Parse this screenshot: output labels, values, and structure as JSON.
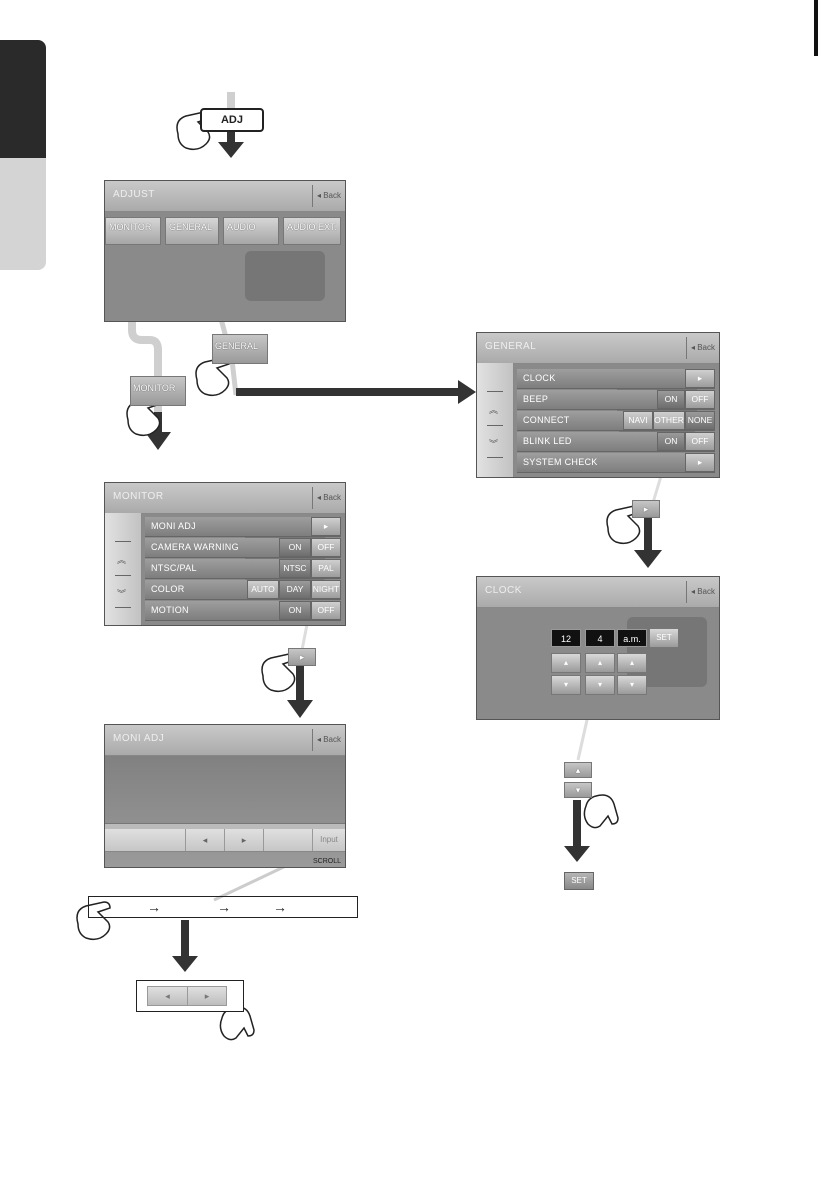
{
  "adj_button": "ADJ",
  "adjust_screen": {
    "title": "ADJUST",
    "back": "Back",
    "tiles": [
      "MONITOR",
      "GENERAL",
      "AUDIO",
      "AUDIO EXT."
    ]
  },
  "callouts": {
    "general": "GENERAL",
    "monitor": "MONITOR",
    "arrow_right": "▸",
    "up": "▴",
    "down": "▾",
    "set": "SET"
  },
  "general_screen": {
    "title": "GENERAL",
    "back": "Back",
    "rows": [
      {
        "label": "CLOCK",
        "options": [
          "▸"
        ]
      },
      {
        "label": "BEEP",
        "options": [
          "ON",
          "OFF"
        ]
      },
      {
        "label": "CONNECT",
        "options": [
          "NAVI",
          "OTHER",
          "NONE"
        ]
      },
      {
        "label": "BLINK LED",
        "options": [
          "ON",
          "OFF"
        ]
      },
      {
        "label": "SYSTEM CHECK",
        "options": [
          "▸"
        ]
      }
    ]
  },
  "monitor_screen": {
    "title": "MONITOR",
    "back": "Back",
    "rows": [
      {
        "label": "MONI ADJ",
        "options": [
          "▸"
        ]
      },
      {
        "label": "CAMERA WARNING",
        "options": [
          "ON",
          "OFF"
        ]
      },
      {
        "label": "NTSC/PAL",
        "options": [
          "NTSC",
          "PAL"
        ]
      },
      {
        "label": "COLOR",
        "options": [
          "AUTO",
          "DAY",
          "NIGHT"
        ]
      },
      {
        "label": "MOTION",
        "options": [
          "ON",
          "OFF"
        ]
      }
    ]
  },
  "clock_screen": {
    "title": "CLOCK",
    "back": "Back",
    "hour": "12",
    "minute": "4",
    "ampm": "a.m.",
    "set": "SET",
    "up": "▴",
    "down": "▾"
  },
  "moni_adj_screen": {
    "title": "MONI ADJ",
    "back": "Back",
    "left": "◂",
    "right": "▸",
    "input": "Input",
    "status": "SCROLL"
  },
  "sequence": {
    "arrows": [
      "→",
      "→",
      "→"
    ]
  },
  "lr_control": {
    "left": "◂",
    "right": "▸"
  }
}
